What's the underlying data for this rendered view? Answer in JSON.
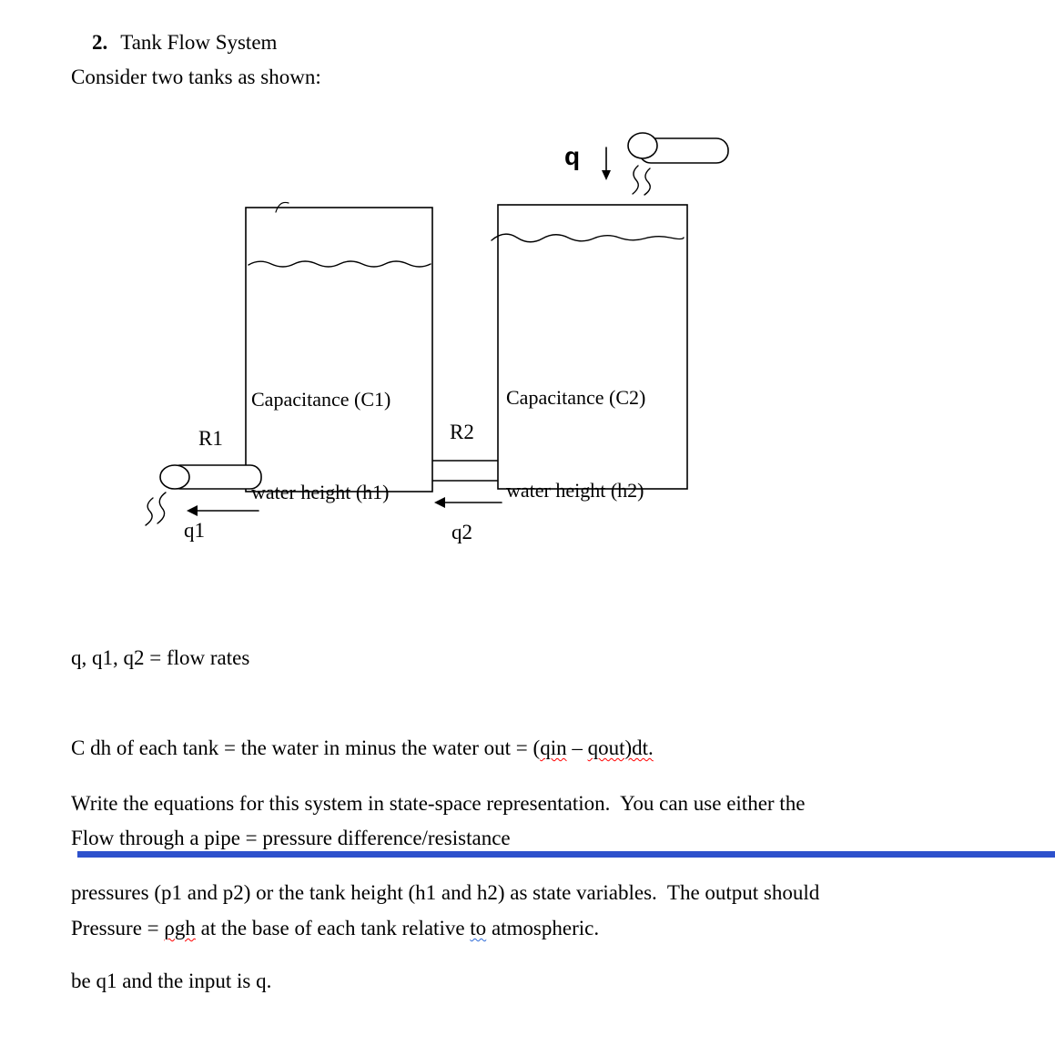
{
  "document": {
    "heading_number": "2.",
    "heading_title": "Tank Flow System",
    "intro": "Consider two tanks as shown:"
  },
  "diagram": {
    "tank1_line1": "Capacitance (C1)",
    "tank1_line2": "water height (h1)",
    "tank2_line1": "Capacitance (C2)",
    "tank2_line2": "water height (h2)",
    "label_q": "q",
    "label_q1": "q1",
    "label_q2": "q2",
    "label_r1": "R1",
    "label_r2": "R2"
  },
  "notes": {
    "line1": "q, q1, q2 = flow rates",
    "line2": {
      "seg1": "C dh of each tank = the water in minus the water out = (",
      "seg2": "qin",
      "seg3": " – ",
      "seg4": "qout)dt."
    },
    "line3": "Flow through a pipe = pressure difference/resistance",
    "line4": {
      "seg1": "Pressure = ",
      "seg2": "ρgh",
      "seg3": " at the base of each tank relative ",
      "seg4": "to",
      "seg5": " atmospheric."
    }
  },
  "paragraph": {
    "line1": "Write the equations for this system in state-space representation.  You can use either the",
    "line2": "pressures (p1 and p2) or the tank height (h1 and h2) as state variables.  The output should",
    "line3": "be q1 and the input is q."
  },
  "colors": {
    "squiggle_red": "#ff0000",
    "squiggle_blue": "#2e6bd8",
    "bottom_bar": "#2d51cc"
  }
}
